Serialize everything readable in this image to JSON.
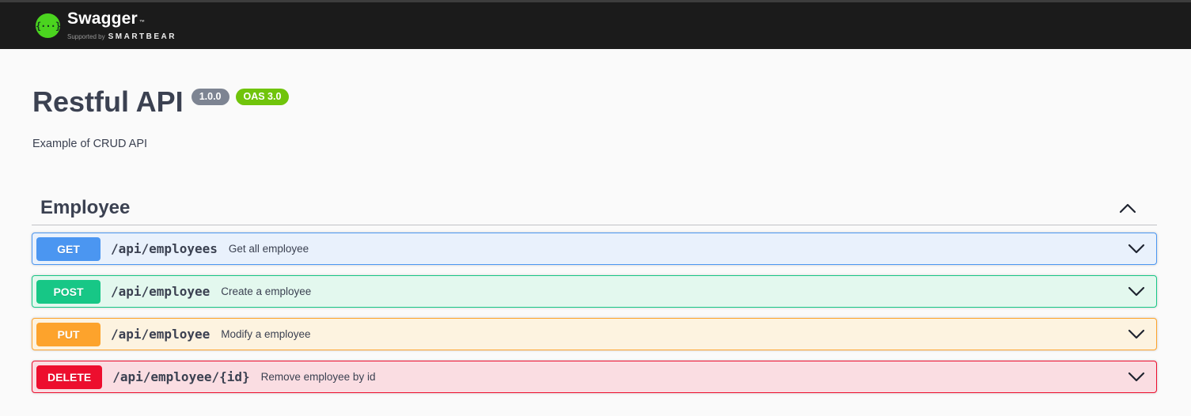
{
  "topbar": {
    "brand": "Swagger",
    "trademark": "™",
    "logo_glyph": "{···}",
    "supported_by": "Supported by",
    "smartbear": "SMARTBEAR"
  },
  "info": {
    "title": "Restful API",
    "version_badge": "1.0.0",
    "oas_badge": "OAS 3.0",
    "description": "Example of CRUD API"
  },
  "section": {
    "title": "Employee",
    "expanded": true
  },
  "operations": [
    {
      "method": "GET",
      "path": "/api/employees",
      "summary": "Get all employee",
      "color": "#4b96f1",
      "bg": "#e9f1fc"
    },
    {
      "method": "POST",
      "path": "/api/employee",
      "summary": "Create a employee",
      "color": "#17c786",
      "bg": "#e3f8ee"
    },
    {
      "method": "PUT",
      "path": "/api/employee",
      "summary": "Modify a employee",
      "color": "#fda32c",
      "bg": "#fdf3e0"
    },
    {
      "method": "DELETE",
      "path": "/api/employee/{id}",
      "summary": "Remove employee by id",
      "color": "#ed0e2e",
      "bg": "#fadde2"
    }
  ],
  "colors": {
    "topbar_bg": "#1b1b1b",
    "page_bg": "#fafafa",
    "text": "#3b4151",
    "logo_green": "#4bd41f",
    "version_pill": "#7d8492",
    "oas_pill": "#70c40b"
  }
}
